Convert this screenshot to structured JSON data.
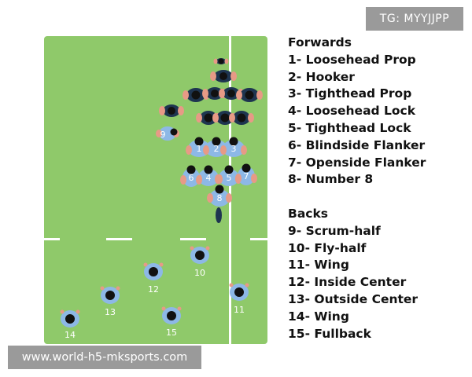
{
  "colors": {
    "grass": "#8fc96a",
    "line": "#ffffff",
    "team_light": "#8db8e6",
    "team_light_dark": "#5f8fc4",
    "team_dark": "#1e3550",
    "skin": "#e79a86",
    "hair": "#111111",
    "jersey_number": "#ffffff",
    "label": "#ffffff"
  },
  "watermark_top": "TG: MYYJJPP",
  "watermark_bottom": "www.world-h5-mksports.com",
  "legend": {
    "forwards_heading": "Forwards",
    "forwards": [
      "1- Loosehead Prop",
      "2- Hooker",
      "3- Tighthead Prop",
      "4- Loosehead Lock",
      "5- Tighthead Lock",
      "6- Blindside Flanker",
      "7- Openside Flanker",
      "8- Number 8"
    ],
    "backs_heading": "Backs",
    "backs": [
      "9- Scrum-half",
      "10- Fly-half",
      "11- Wing",
      "12- Inside Center",
      "13- Outside Center",
      "14- Wing",
      "15- Fullback"
    ]
  },
  "forward_numbers": [
    "1",
    "2",
    "3",
    "4",
    "5",
    "6",
    "7",
    "8"
  ],
  "scrum_half_number": "9",
  "back_labels": [
    "10",
    "11",
    "12",
    "13",
    "14",
    "15"
  ]
}
